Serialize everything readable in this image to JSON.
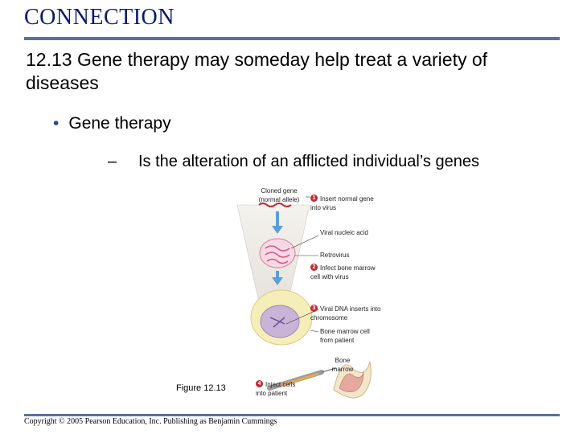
{
  "header": {
    "section": "CONNECTION"
  },
  "title": "12.13 Gene therapy may someday help treat a variety of diseases",
  "bullets": {
    "main": "Gene therapy",
    "sub_marker": "–",
    "sub": "Is the alteration of an afflicted individual’s genes"
  },
  "figure": {
    "caption": "Figure 12.13",
    "labels": {
      "cloned_gene": "Cloned gene (normal allele)",
      "viral_nucleic_acid": "Viral nucleic acid",
      "retrovirus": "Retrovirus",
      "bone_marrow_cell": "Bone marrow cell from patient",
      "bone_marrow": "Bone marrow"
    },
    "steps": [
      {
        "num": "1",
        "text": "Insert normal gene into virus"
      },
      {
        "num": "2",
        "text": "Infect bone marrow cell with virus"
      },
      {
        "num": "3",
        "text": "Viral DNA inserts into chromosome"
      },
      {
        "num": "4",
        "text": "Inject cells into patient"
      }
    ],
    "colors": {
      "step_marker": "#c0282d",
      "arrow": "#5aa0d8",
      "virus": "#e98fb0",
      "cell": "#f6eeb8",
      "nucleus": "#c9b4d8"
    }
  },
  "footer": {
    "copyright": "Copyright © 2005 Pearson Education, Inc. Publishing as Benjamin Cummings"
  }
}
